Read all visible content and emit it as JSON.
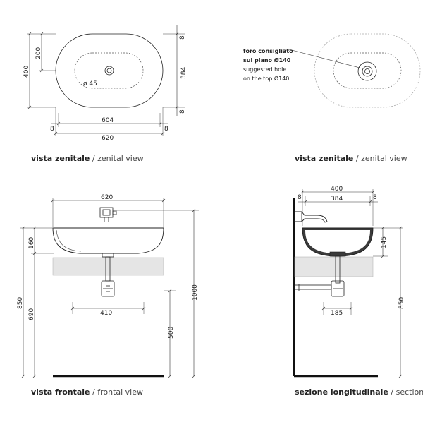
{
  "views": {
    "top_left": {
      "caption_bold": "vista zenitale",
      "caption_rest": " / zenital view",
      "dims": {
        "d400": "400",
        "d200": "200",
        "d384": "384",
        "d8a": "8",
        "d8b": "8",
        "d604": "604",
        "d620": "620",
        "d8c": "8",
        "d8d": "8",
        "hole": "ø 45"
      }
    },
    "top_right": {
      "caption_bold": "vista zenitale",
      "caption_rest": " / zenital view",
      "note_it_1": "foro consigliato",
      "note_it_2": "sul piano Ø140",
      "note_en_1": "suggested hole",
      "note_en_2": "on the top Ø140"
    },
    "front": {
      "caption_bold": "vista frontale",
      "caption_rest": " / frontal view",
      "dims": {
        "d620": "620",
        "d160": "160",
        "d850": "850",
        "d690": "690",
        "d410": "410",
        "d500": "500",
        "d1000": "1000"
      }
    },
    "section": {
      "caption_bold": "sezione longitudinale",
      "caption_rest": " / section",
      "dims": {
        "d400": "400",
        "d384": "384",
        "d8a": "8",
        "d8b": "8",
        "d145": "145",
        "d850": "850",
        "d185": "185"
      }
    }
  },
  "colors": {
    "line": "#222222",
    "basin_dark": "#3a3a3a",
    "counter": "#e5e5e5",
    "wall": "#111111"
  }
}
